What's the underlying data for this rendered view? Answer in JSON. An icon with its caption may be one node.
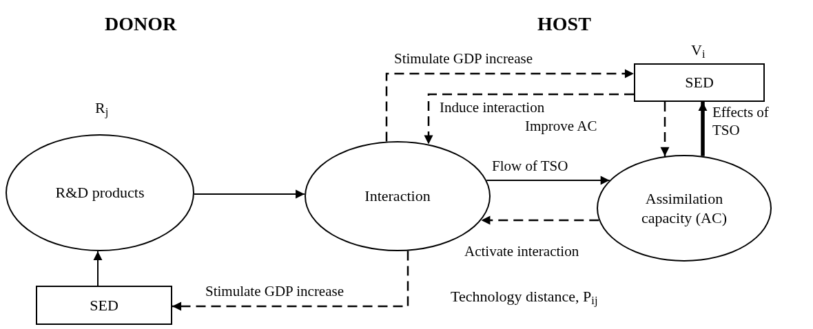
{
  "diagram": {
    "nodes": [
      {
        "text": [
          "R&D products"
        ],
        "beside": [
          "R$_{j}$"
        ]
      },
      {
        "text": [
          "Interaction"
        ]
      },
      {
        "text": [
          "Assimilation capacity (AC)"
        ]
      },
      {
        "text": [
          "SED"
        ],
        "beside": [
          "V$_{i}$"
        ]
      },
      {
        "text": [
          "SED"
        ]
      }
    ],
    "edges": [
      {
        "from": 0,
        "to": 1,
        "arrow": "to"
      },
      {
        "from": 1,
        "to": 2,
        "arrow": "to",
        "label": "Flow of TSO"
      },
      {
        "from": 2,
        "to": 1,
        "arrow": "to",
        "label": "Activate interaction",
        "style": "dashed"
      },
      {
        "from": 1,
        "to": 3,
        "arrow": "to",
        "label": "Stimulate GDP increase",
        "style": "dashed"
      },
      {
        "from": 3,
        "to": 1,
        "arrow": "to",
        "label": "Induce interaction",
        "style": "dashed"
      },
      {
        "from": 3,
        "to": 2,
        "arrow": "to",
        "label": "Improve AC",
        "style": "dashed"
      },
      {
        "from": 2,
        "to": 3,
        "arrow": "to",
        "label": "Effects of TSO",
        "style": "thick"
      },
      {
        "from": 1,
        "to": 4,
        "arrow": "to",
        "label": "Stimulate GDP increase",
        "style": "dashed"
      },
      {
        "from": 4,
        "to": 0,
        "arrow": "to"
      }
    ],
    "labels": [
      "DONOR",
      "HOST",
      "Technology distance, P$_{ij}$"
    ]
  }
}
